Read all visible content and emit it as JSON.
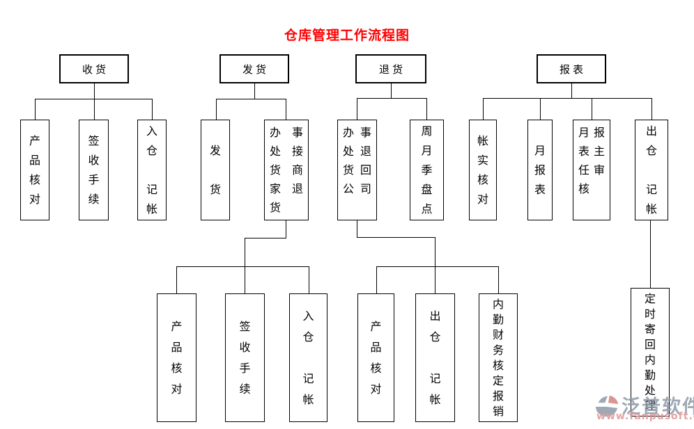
{
  "title": {
    "text": "仓库管理工作流程图",
    "color": "#ff0000"
  },
  "sections": [
    {
      "root": "收货",
      "children": [
        "产品核对",
        "签收手续",
        "入仓 记帐"
      ]
    },
    {
      "root": "发货",
      "children": [
        "发 货",
        "办事处接货商家退货"
      ],
      "grandchildren": [
        "产品核对",
        "签收手续",
        "入仓 记帐"
      ]
    },
    {
      "root": "退货",
      "children": [
        "办事处退货回公司",
        "周月季盘点"
      ],
      "grandchildren": [
        "产品核对",
        "出仓 记帐",
        "内勤财务核定报销"
      ]
    },
    {
      "root": "报表",
      "children": [
        "帐实核对",
        "月报表",
        "月报表主任审核",
        "出仓 记帐"
      ],
      "grandchildren": [
        "定时寄回内勤处理"
      ]
    }
  ],
  "watermark": {
    "brand": "泛普软件",
    "url": "www.fanpusoft.com",
    "brand_color": "#8e9ba9",
    "url_color": "#dc9494"
  }
}
